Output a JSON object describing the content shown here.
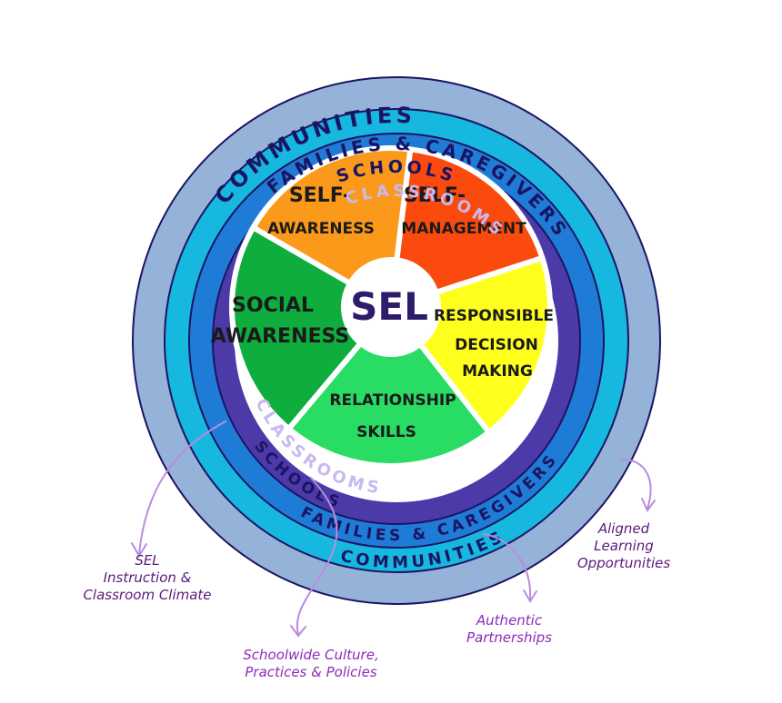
{
  "center": {
    "label": "SEL"
  },
  "competencies": [
    {
      "line1": "SELF-",
      "line2": "AWARENESS",
      "color": "#fb9a1a"
    },
    {
      "line1": "SELF-",
      "line2": "MANAGEMENT",
      "color": "#fb4a0e"
    },
    {
      "line1": "RESPONSIBLE",
      "line2": "DECISION",
      "line3": "MAKING",
      "color": "#ffff1e"
    },
    {
      "line1": "RELATIONSHIP",
      "line2": "SKILLS",
      "color": "#28dc64"
    },
    {
      "line1": "SOCIAL",
      "line2": "AWARENESS",
      "color": "#0ead3e"
    }
  ],
  "rings": {
    "classrooms": "CLASSROOMS",
    "schools": "SCHOOLS",
    "families": "FAMILIES & CAREGIVERS",
    "communities": "COMMUNITIES"
  },
  "ring_colors": {
    "communities": "#95b3d8",
    "families": "#16b8e0",
    "schools": "#1f7cd6",
    "classrooms": "#4b3aa8"
  },
  "annotations": {
    "instruction": {
      "line1": "SEL",
      "line2": "Instruction &",
      "line3": "Classroom Climate"
    },
    "schoolwide": {
      "line1": "Schoolwide Culture,",
      "line2": "Practices & Policies"
    },
    "partnerships": {
      "line1": "Authentic",
      "line2": "Partnerships"
    },
    "aligned": {
      "line1": "Aligned",
      "line2": "Learning",
      "line3": "Opportunities"
    }
  }
}
